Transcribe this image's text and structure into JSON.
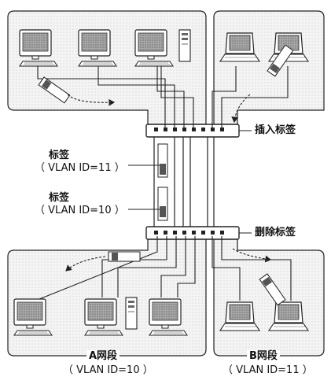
{
  "labels": {
    "insert_tag": "插入标签",
    "delete_tag": "删除标签",
    "tag_top": "标签",
    "tag_top_id": "（ VLAN ID=11 ）",
    "tag_bottom": "标签",
    "tag_bottom_id": "（ VLAN ID=10 ）",
    "segment_a": "A网段",
    "segment_a_id": "（ VLAN ID=10 ）",
    "segment_b": "B网段",
    "segment_b_id": "（ VLAN ID=11 ）"
  },
  "colors": {
    "line": "#222222",
    "region_fill": "#f3f3f3",
    "screen": "#9a9a9a",
    "device": "#e8e8e8"
  }
}
